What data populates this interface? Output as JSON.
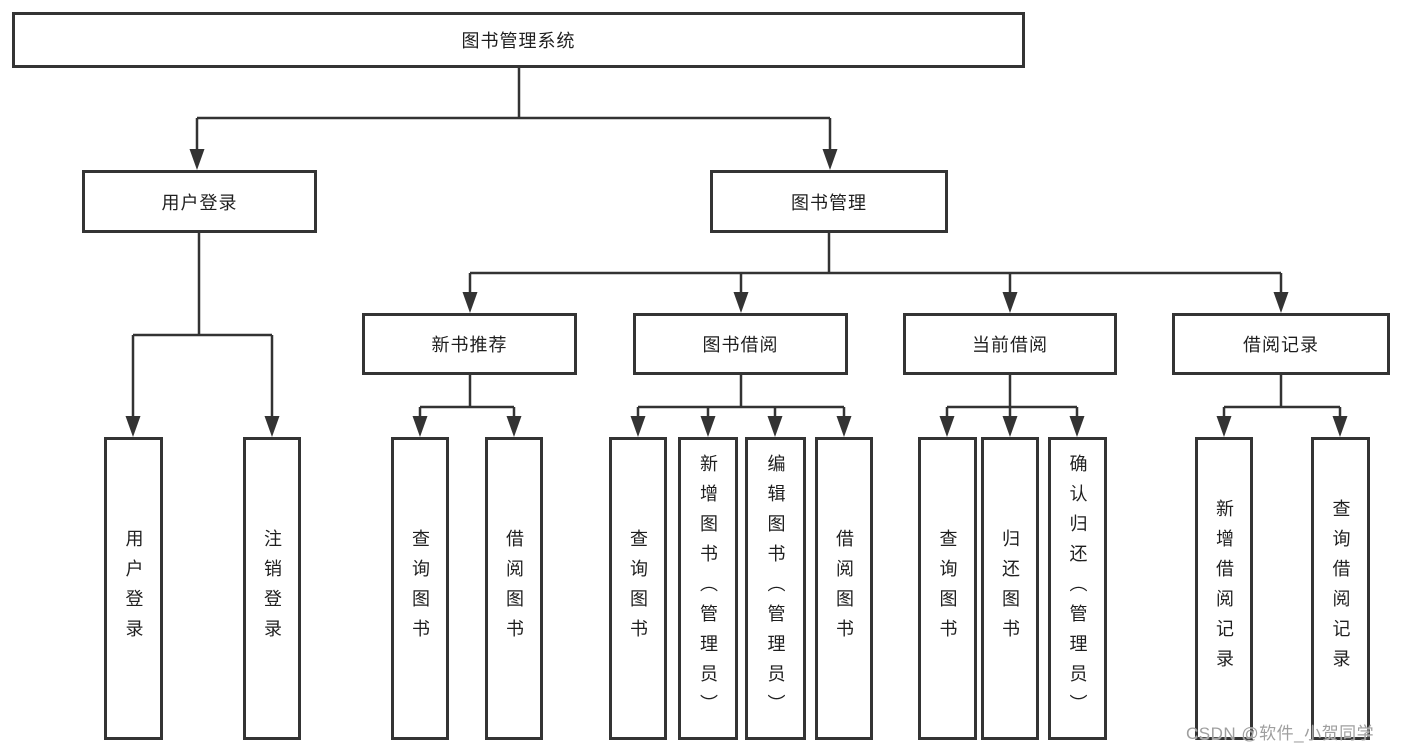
{
  "diagram": {
    "title": "图书管理系统",
    "watermark": "CSDN @软件_小贺同学",
    "colors": {
      "line": "#333333",
      "box_border": "#343434",
      "box_bg": "#ffffff",
      "text": "#1f1f1f",
      "watermark": "#9f9f9f"
    },
    "level1": [
      {
        "label": "用户登录"
      },
      {
        "label": "图书管理"
      }
    ],
    "level2": [
      {
        "label": "新书推荐"
      },
      {
        "label": "图书借阅"
      },
      {
        "label": "当前借阅"
      },
      {
        "label": "借阅记录"
      }
    ],
    "leaves": [
      {
        "label": "用户登录"
      },
      {
        "label": "注销登录"
      },
      {
        "label": "查询图书"
      },
      {
        "label": "借阅图书"
      },
      {
        "label": "查询图书"
      },
      {
        "label": "新增图书（管理员）"
      },
      {
        "label": "编辑图书（管理员）"
      },
      {
        "label": "借阅图书"
      },
      {
        "label": "查询图书"
      },
      {
        "label": "归还图书"
      },
      {
        "label": "确认归还（管理员）"
      },
      {
        "label": "新增借阅记录"
      },
      {
        "label": "查询借阅记录"
      }
    ]
  }
}
